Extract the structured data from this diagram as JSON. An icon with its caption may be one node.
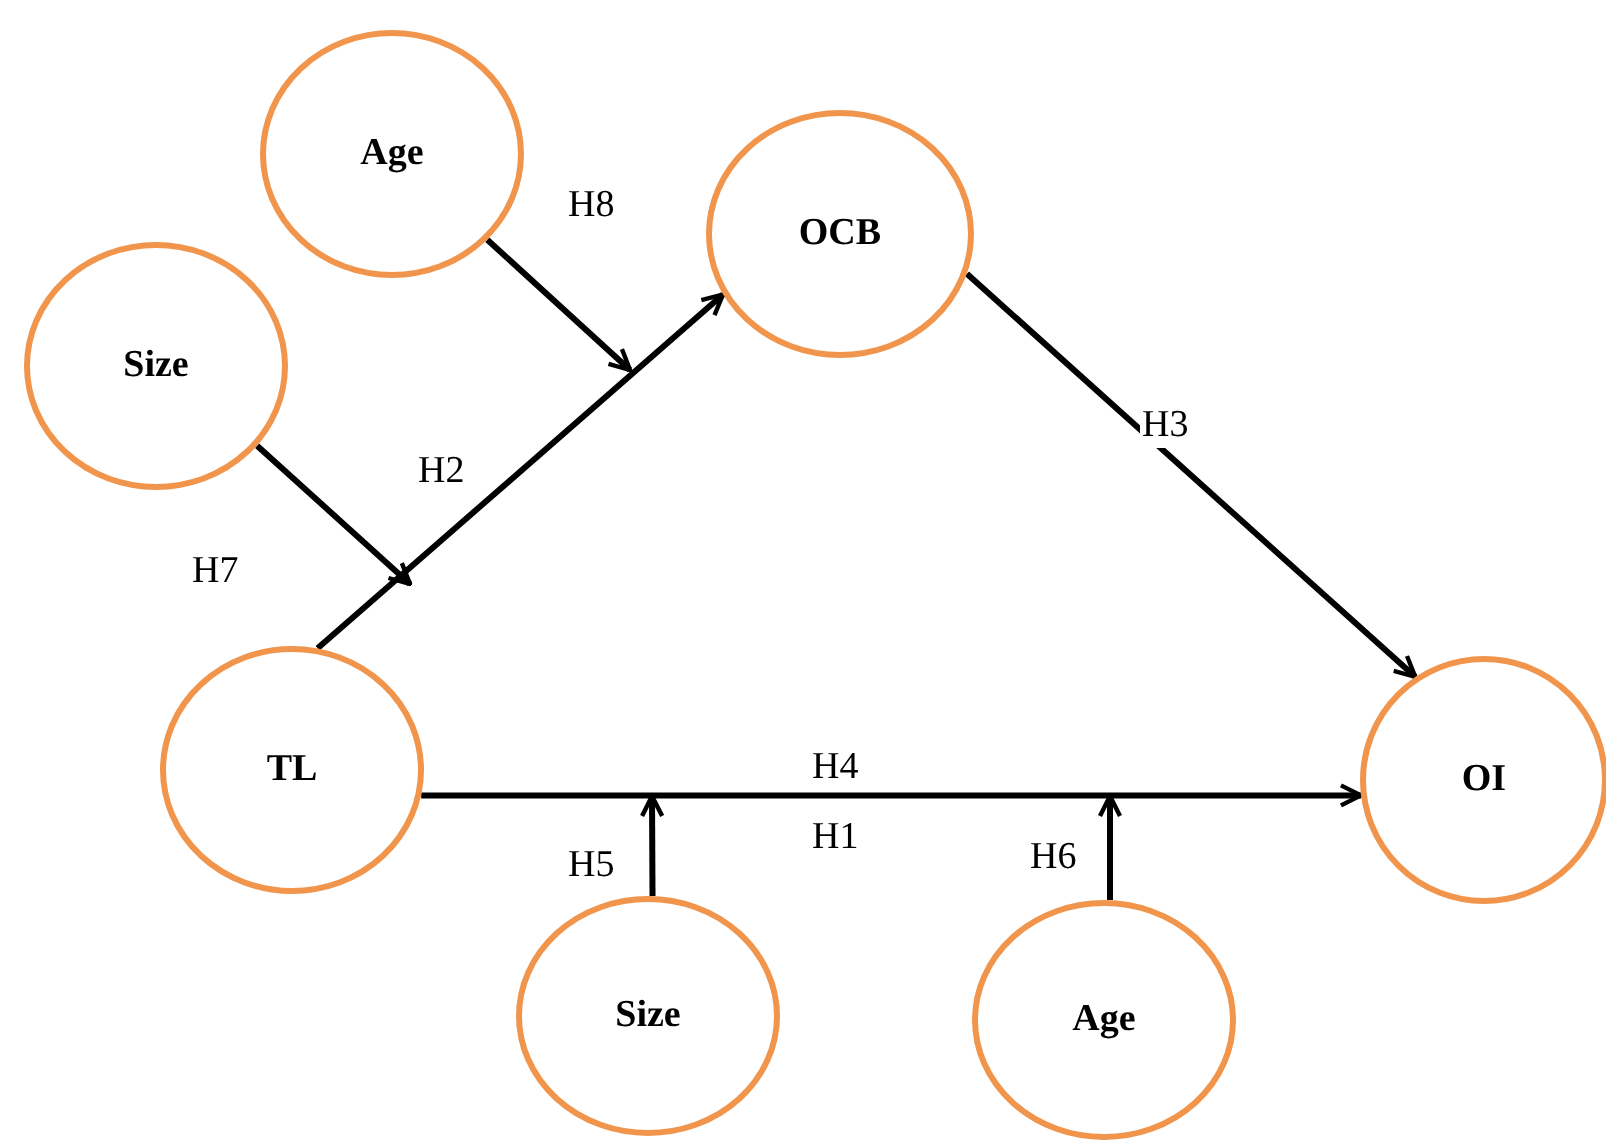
{
  "diagram": {
    "nodes": [
      {
        "text": [
          "Age"
        ]
      },
      {
        "text": [
          "OCB"
        ]
      },
      {
        "text": [
          "Size"
        ]
      },
      {
        "text": [
          "TL"
        ]
      },
      {
        "text": [
          "OI"
        ]
      },
      {
        "text": [
          "Size"
        ]
      },
      {
        "text": [
          "Age"
        ]
      }
    ],
    "edges": [
      {
        "from": 3,
        "to": 1,
        "arrow": "to",
        "label": "H2"
      },
      {
        "from": 1,
        "to": 4,
        "arrow": "to",
        "label": "H3"
      },
      {
        "from": 3,
        "to": 4,
        "arrow": "to",
        "label": "H4"
      },
      {
        "from": 0,
        "to": null,
        "arrow": "to",
        "label": "H8"
      },
      {
        "from": 2,
        "to": null,
        "arrow": "to",
        "label": "H7"
      },
      {
        "from": 5,
        "to": null,
        "arrow": "to",
        "label": "H5"
      },
      {
        "from": 6,
        "to": null,
        "arrow": "to",
        "label": "H6"
      }
    ],
    "labels": [
      "H1"
    ]
  }
}
